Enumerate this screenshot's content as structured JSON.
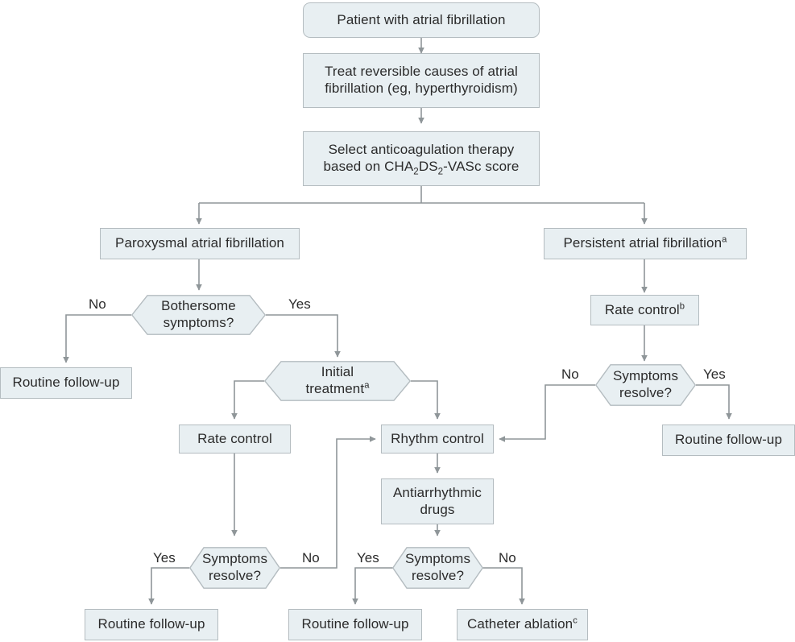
{
  "figure": {
    "type": "clinical-decision-flowchart",
    "title": "Management of atrial fibrillation",
    "colors": {
      "node_fill": "#e8eff2",
      "node_border": "#b4bcc0",
      "connector": "#8f9699",
      "text": "#2b2b2b",
      "background": "#ffffff"
    }
  },
  "nodes": {
    "start": {
      "label": "Patient with atrial fibrillation",
      "shape": "rounded-rect"
    },
    "reversible": {
      "label": "Treat reversible causes of atrial fibrillation (eg, hyperthyroidism)",
      "shape": "rect"
    },
    "anticoag_line1": "Select anticoagulation therapy",
    "anticoag_line2_a": "based on CHA",
    "anticoag_sub1": "2",
    "anticoag_line2_b": "DS",
    "anticoag_sub2": "2",
    "anticoag_line2_c": "-VASc score",
    "paroxysmal": {
      "label": "Paroxysmal atrial fibrillation",
      "shape": "rect"
    },
    "persistent": {
      "label": "Persistent atrial fibrillation",
      "sup": "a",
      "shape": "rect"
    },
    "bothersome": {
      "line1": "Bothersome",
      "line2": "symptoms?",
      "shape": "hexagon"
    },
    "routine_left": {
      "label": "Routine follow-up",
      "shape": "rect"
    },
    "initial_treatment": {
      "line1": "Initial",
      "line2": "treatment",
      "sup": "a",
      "shape": "hexagon"
    },
    "rate_control_mid": {
      "label": "Rate control",
      "shape": "rect"
    },
    "rhythm_control": {
      "label": "Rhythm control",
      "shape": "rect"
    },
    "antiarrhythmic": {
      "line1": "Antiarrhythmic",
      "line2": "drugs",
      "shape": "rect"
    },
    "rate_control_right": {
      "label": "Rate control",
      "sup": "b",
      "shape": "rect"
    },
    "symptoms_right": {
      "line1": "Symptoms",
      "line2": "resolve?",
      "shape": "hexagon"
    },
    "routine_right": {
      "label": "Routine follow-up",
      "shape": "rect"
    },
    "symptoms_mid_left": {
      "line1": "Symptoms",
      "line2": "resolve?",
      "shape": "hexagon"
    },
    "symptoms_mid_right": {
      "line1": "Symptoms",
      "line2": "resolve?",
      "shape": "hexagon"
    },
    "routine_bottom_left": {
      "label": "Routine follow-up",
      "shape": "rect"
    },
    "routine_bottom_mid": {
      "label": "Routine follow-up",
      "shape": "rect"
    },
    "catheter": {
      "label": "Catheter ablation",
      "sup": "c",
      "shape": "rect"
    }
  },
  "edge_labels": {
    "bothersome_no": "No",
    "bothersome_yes": "Yes",
    "right_no": "No",
    "right_yes": "Yes",
    "mid_left_yes": "Yes",
    "mid_left_no": "No",
    "mid_right_yes": "Yes",
    "mid_right_no": "No"
  },
  "chart_data": {
    "type": "table",
    "title": "Atrial fibrillation management flowchart",
    "flow": [
      {
        "from": "Patient with atrial fibrillation",
        "to": "Treat reversible causes of atrial fibrillation (eg, hyperthyroidism)",
        "label": ""
      },
      {
        "from": "Treat reversible causes of atrial fibrillation (eg, hyperthyroidism)",
        "to": "Select anticoagulation therapy based on CHA2DS2-VASc score",
        "label": ""
      },
      {
        "from": "Select anticoagulation therapy based on CHA2DS2-VASc score",
        "to": "Paroxysmal atrial fibrillation",
        "label": ""
      },
      {
        "from": "Select anticoagulation therapy based on CHA2DS2-VASc score",
        "to": "Persistent atrial fibrillation",
        "label": ""
      },
      {
        "from": "Paroxysmal atrial fibrillation",
        "to": "Bothersome symptoms?",
        "label": ""
      },
      {
        "from": "Bothersome symptoms?",
        "to": "Routine follow-up",
        "label": "No"
      },
      {
        "from": "Bothersome symptoms?",
        "to": "Initial treatment",
        "label": "Yes"
      },
      {
        "from": "Initial treatment",
        "to": "Rate control",
        "label": ""
      },
      {
        "from": "Initial treatment",
        "to": "Rhythm control",
        "label": ""
      },
      {
        "from": "Rate control",
        "to": "Symptoms resolve?",
        "label": ""
      },
      {
        "from": "Symptoms resolve?",
        "to": "Routine follow-up",
        "label": "Yes"
      },
      {
        "from": "Symptoms resolve?",
        "to": "Rhythm control",
        "label": "No"
      },
      {
        "from": "Rhythm control",
        "to": "Antiarrhythmic drugs",
        "label": ""
      },
      {
        "from": "Antiarrhythmic drugs",
        "to": "Symptoms resolve?",
        "label": ""
      },
      {
        "from": "Symptoms resolve?",
        "to": "Routine follow-up",
        "label": "Yes"
      },
      {
        "from": "Symptoms resolve?",
        "to": "Catheter ablation",
        "label": "No"
      },
      {
        "from": "Persistent atrial fibrillation",
        "to": "Rate control",
        "label": ""
      },
      {
        "from": "Rate control",
        "to": "Symptoms resolve?",
        "label": ""
      },
      {
        "from": "Symptoms resolve?",
        "to": "Routine follow-up",
        "label": "Yes"
      },
      {
        "from": "Symptoms resolve?",
        "to": "Rhythm control",
        "label": "No"
      }
    ],
    "footnote_markers": [
      "a",
      "b",
      "c"
    ]
  }
}
